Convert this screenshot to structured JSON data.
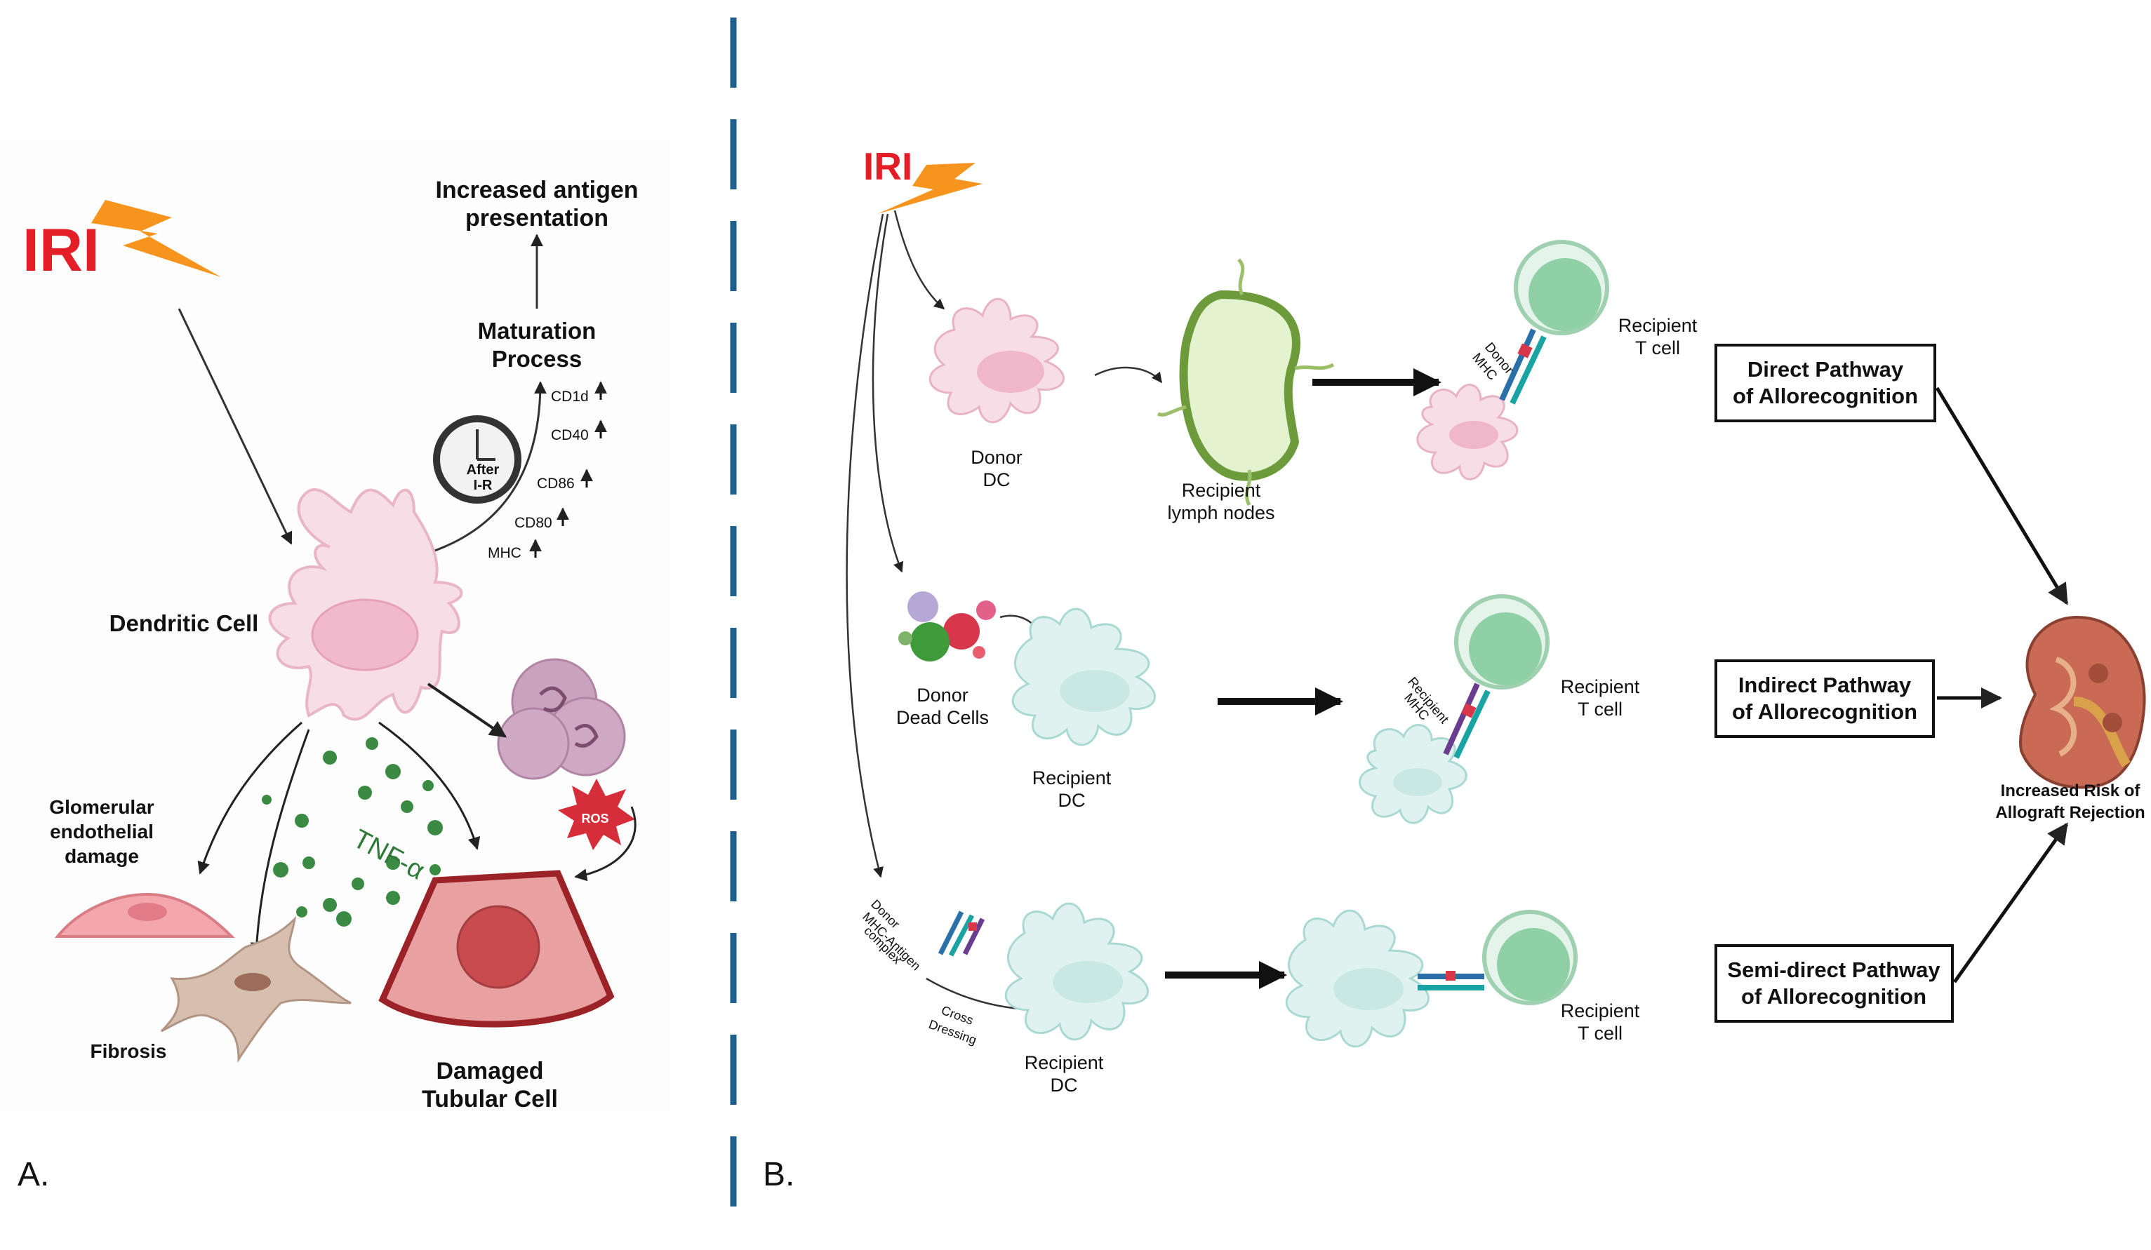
{
  "panel_a": {
    "panel_label": "A.",
    "iri": "IRI",
    "antigen": {
      "line1": "Increased antigen",
      "line2": "presentation"
    },
    "maturation": {
      "line1": "Maturation",
      "line2": "Process"
    },
    "clock": {
      "line1": "After",
      "line2": "I-R"
    },
    "markers": [
      "CD1d",
      "CD40",
      "CD86",
      "CD80",
      "MHC"
    ],
    "dendritic_cell": "Dendritic Cell",
    "glomerular": {
      "line1": "Glomerular",
      "line2": "endothelial",
      "line3": "damage"
    },
    "tnf": "TNF-α",
    "ros": "ROS",
    "fibrosis": "Fibrosis",
    "tubular": {
      "line1": "Damaged",
      "line2": "Tubular Cell"
    }
  },
  "panel_b": {
    "panel_label": "B.",
    "iri": "IRI",
    "row1": {
      "donor_dc": {
        "line1": "Donor",
        "line2": "DC"
      },
      "lymph": {
        "line1": "Recipient",
        "line2": "lymph nodes"
      },
      "mhc": {
        "line1": "Donor",
        "line2": "MHC"
      },
      "tcell": {
        "line1": "Recipient",
        "line2": "T cell"
      }
    },
    "row2": {
      "dead": {
        "line1": "Donor",
        "line2": "Dead Cells"
      },
      "dc": {
        "line1": "Recipient",
        "line2": "DC"
      },
      "mhc": {
        "line1": "Recipient",
        "line2": "MHC"
      },
      "tcell": {
        "line1": "Recipient",
        "line2": "T cell"
      }
    },
    "row3": {
      "complex": {
        "line1": "Donor",
        "line2": "MHC-Antigen",
        "line3": "complex"
      },
      "cross": {
        "line1": "Cross",
        "line2": "Dressing"
      },
      "dc": {
        "line1": "Recipient",
        "line2": "DC"
      },
      "tcell": {
        "line1": "Recipient",
        "line2": "T cell"
      }
    },
    "pathways": {
      "direct": {
        "line1": "Direct Pathway",
        "line2": "of Allorecognition"
      },
      "indirect": {
        "line1": "Indirect Pathway",
        "line2": "of Allorecognition"
      },
      "semidirect": {
        "line1": "Semi-direct Pathway",
        "line2": "of Allorecognition"
      }
    },
    "outcome": {
      "line1": "Increased Risk of",
      "line2": "Allograft Rejection"
    }
  },
  "colors": {
    "iri_red": "#e41e26",
    "lightning": "#f7941d",
    "divider": "#1f5f8b",
    "dc_pink": "#f7dde5",
    "dc_teal": "#dff2f0",
    "tcell_green": "#8fd0a6",
    "tubular": "#e79a9a",
    "kidney": "#c96a55"
  }
}
